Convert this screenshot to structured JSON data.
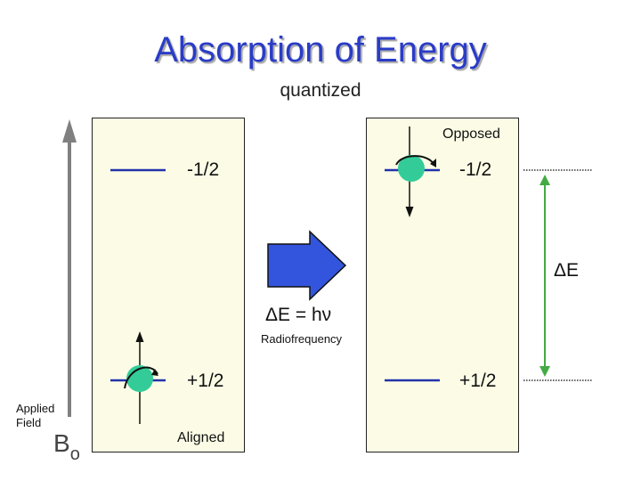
{
  "title": "Absorption of Energy",
  "subtitle": "quantized",
  "left_panel": {
    "upper_level_label": "-1/2",
    "lower_level_label": "+1/2",
    "aligned_label": "Aligned"
  },
  "right_panel": {
    "opposed_label": "Opposed",
    "upper_level_label": "-1/2",
    "lower_level_label": "+1/2"
  },
  "transition": {
    "energy_equation": "ΔE = hν",
    "radiofrequency_label": "Radiofrequency"
  },
  "delta_e_label": "ΔE",
  "field_axis": {
    "applied_field_label": "Applied\nField",
    "field_symbol": "B",
    "field_subscript": "o"
  },
  "colors": {
    "title": "#2a3cc8",
    "level_line": "#2233aa",
    "nucleus": "#33cc99",
    "arrow_blue": "#3355dd",
    "delta_e_arrow": "#44aa44",
    "axis_arrow": "#808080"
  }
}
